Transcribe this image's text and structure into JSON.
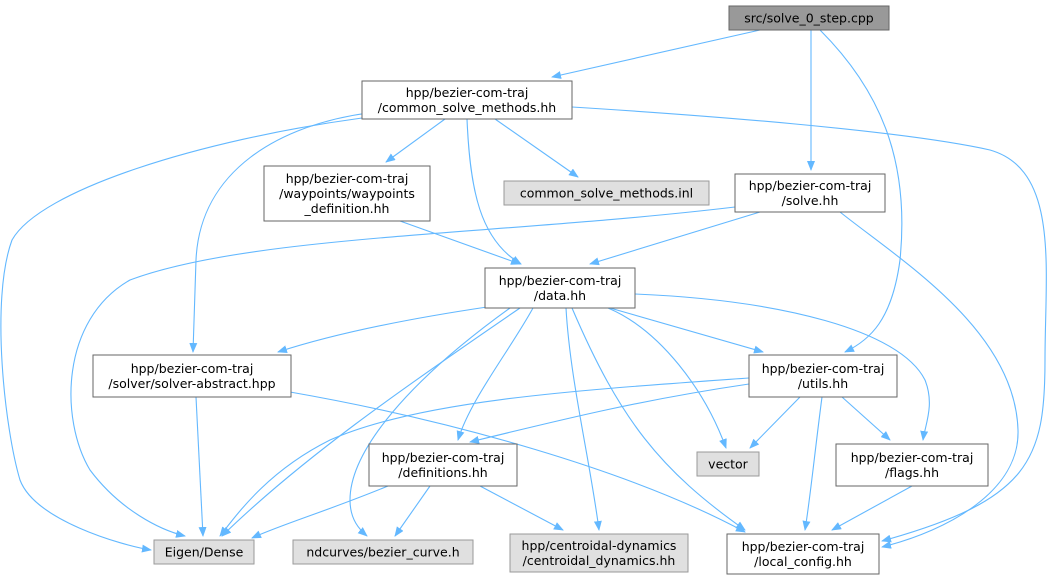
{
  "graph": {
    "style": {
      "edge_color": "#63b8ff",
      "node_border": "#666666",
      "root_fill": "#999999",
      "file_fill": "#ffffff",
      "external_fill": "#e0e0e0",
      "external_border": "#999999"
    },
    "nodes": {
      "solve_0_step_cpp": {
        "lines": [
          "src/solve_0_step.cpp"
        ],
        "kind": "root"
      },
      "common_solve": {
        "lines": [
          "hpp/bezier-com-traj",
          "/common_solve_methods.hh"
        ],
        "kind": "file"
      },
      "waypoints": {
        "lines": [
          "hpp/bezier-com-traj",
          "/waypoints/waypoints",
          "_definition.hh"
        ],
        "kind": "file"
      },
      "common_inl": {
        "lines": [
          "common_solve_methods.inl"
        ],
        "kind": "external"
      },
      "solve_hh": {
        "lines": [
          "hpp/bezier-com-traj",
          "/solve.hh"
        ],
        "kind": "file"
      },
      "data_hh": {
        "lines": [
          "hpp/bezier-com-traj",
          "/data.hh"
        ],
        "kind": "file"
      },
      "solver_abstract": {
        "lines": [
          "hpp/bezier-com-traj",
          "/solver/solver-abstract.hpp"
        ],
        "kind": "file"
      },
      "utils_hh": {
        "lines": [
          "hpp/bezier-com-traj",
          "/utils.hh"
        ],
        "kind": "file"
      },
      "definitions_hh": {
        "lines": [
          "hpp/bezier-com-traj",
          "/definitions.hh"
        ],
        "kind": "file"
      },
      "vector": {
        "lines": [
          "vector"
        ],
        "kind": "external"
      },
      "flags_hh": {
        "lines": [
          "hpp/bezier-com-traj",
          "/flags.hh"
        ],
        "kind": "file"
      },
      "eigen_dense": {
        "lines": [
          "Eigen/Dense"
        ],
        "kind": "external"
      },
      "bezier_curve": {
        "lines": [
          "ndcurves/bezier_curve.h"
        ],
        "kind": "external"
      },
      "centroidal": {
        "lines": [
          "hpp/centroidal-dynamics",
          "/centroidal_dynamics.hh"
        ],
        "kind": "external"
      },
      "local_config": {
        "lines": [
          "hpp/bezier-com-traj",
          "/local_config.hh"
        ],
        "kind": "file"
      }
    },
    "edges": [
      [
        "solve_0_step_cpp",
        "common_solve"
      ],
      [
        "solve_0_step_cpp",
        "solve_hh"
      ],
      [
        "solve_0_step_cpp",
        "utils_hh"
      ],
      [
        "common_solve",
        "waypoints"
      ],
      [
        "common_solve",
        "common_inl"
      ],
      [
        "common_solve",
        "data_hh"
      ],
      [
        "common_solve",
        "solver_abstract"
      ],
      [
        "common_solve",
        "eigen_dense"
      ],
      [
        "common_solve",
        "local_config"
      ],
      [
        "waypoints",
        "data_hh"
      ],
      [
        "solve_hh",
        "data_hh"
      ],
      [
        "solve_hh",
        "eigen_dense"
      ],
      [
        "solve_hh",
        "local_config"
      ],
      [
        "data_hh",
        "solver_abstract"
      ],
      [
        "data_hh",
        "utils_hh"
      ],
      [
        "data_hh",
        "definitions_hh"
      ],
      [
        "data_hh",
        "eigen_dense"
      ],
      [
        "data_hh",
        "bezier_curve"
      ],
      [
        "data_hh",
        "centroidal"
      ],
      [
        "data_hh",
        "vector"
      ],
      [
        "data_hh",
        "flags_hh"
      ],
      [
        "data_hh",
        "local_config"
      ],
      [
        "solver_abstract",
        "eigen_dense"
      ],
      [
        "solver_abstract",
        "local_config"
      ],
      [
        "utils_hh",
        "definitions_hh"
      ],
      [
        "utils_hh",
        "vector"
      ],
      [
        "utils_hh",
        "flags_hh"
      ],
      [
        "utils_hh",
        "eigen_dense"
      ],
      [
        "utils_hh",
        "local_config"
      ],
      [
        "definitions_hh",
        "eigen_dense"
      ],
      [
        "definitions_hh",
        "bezier_curve"
      ],
      [
        "definitions_hh",
        "centroidal"
      ],
      [
        "flags_hh",
        "local_config"
      ]
    ]
  }
}
